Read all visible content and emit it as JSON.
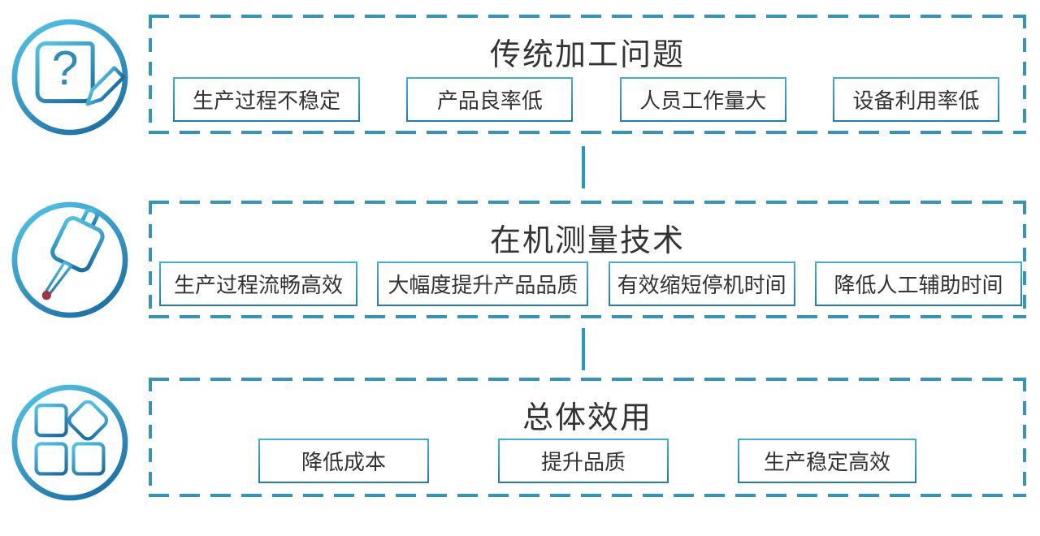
{
  "colors": {
    "dash": "#3295b9",
    "connector": "#2398c5",
    "box_border_top": "#45aed3",
    "box_border_bottom": "#1e7fae",
    "title_text": "#333333",
    "probe_tip": "#a23246"
  },
  "sections": [
    {
      "title": "传统加工问题",
      "icon": "question-note-icon",
      "boxes": [
        "生产过程不稳定",
        "产品良率低",
        "人员工作量大",
        "设备利用率低"
      ]
    },
    {
      "title": "在机测量技术",
      "icon": "measurement-probe-icon",
      "boxes": [
        "生产过程流畅高效",
        "大幅度提升产品品质",
        "有效缩短停机时间",
        "降低人工辅助时间"
      ]
    },
    {
      "title": "总体效用",
      "icon": "shapes-grid-icon",
      "boxes": [
        "降低成本",
        "提升品质",
        "生产稳定高效"
      ]
    }
  ]
}
